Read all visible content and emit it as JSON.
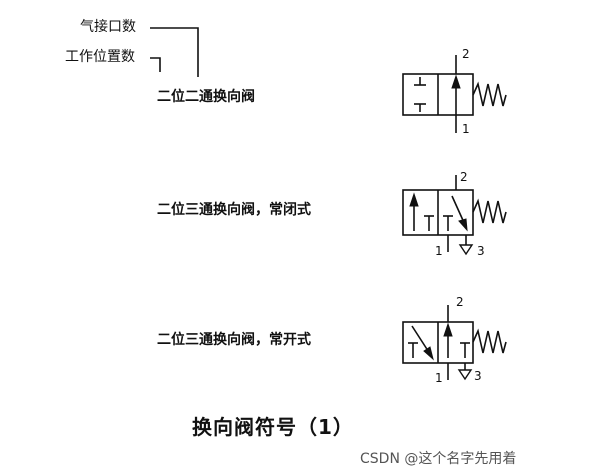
{
  "header": {
    "label_ports": "气接口数",
    "label_positions": "工作位置数"
  },
  "valves": [
    {
      "name": "二位二通换向阀",
      "ports": [
        "2",
        "1"
      ]
    },
    {
      "name": "二位三通换向阀，常闭式",
      "ports": [
        "2",
        "1",
        "3"
      ]
    },
    {
      "name": "二位三通换向阀，常开式",
      "ports": [
        "2",
        "1",
        "3"
      ]
    }
  ],
  "caption": "换向阀符号（1）",
  "watermark": "CSDN @这个名字先用着"
}
